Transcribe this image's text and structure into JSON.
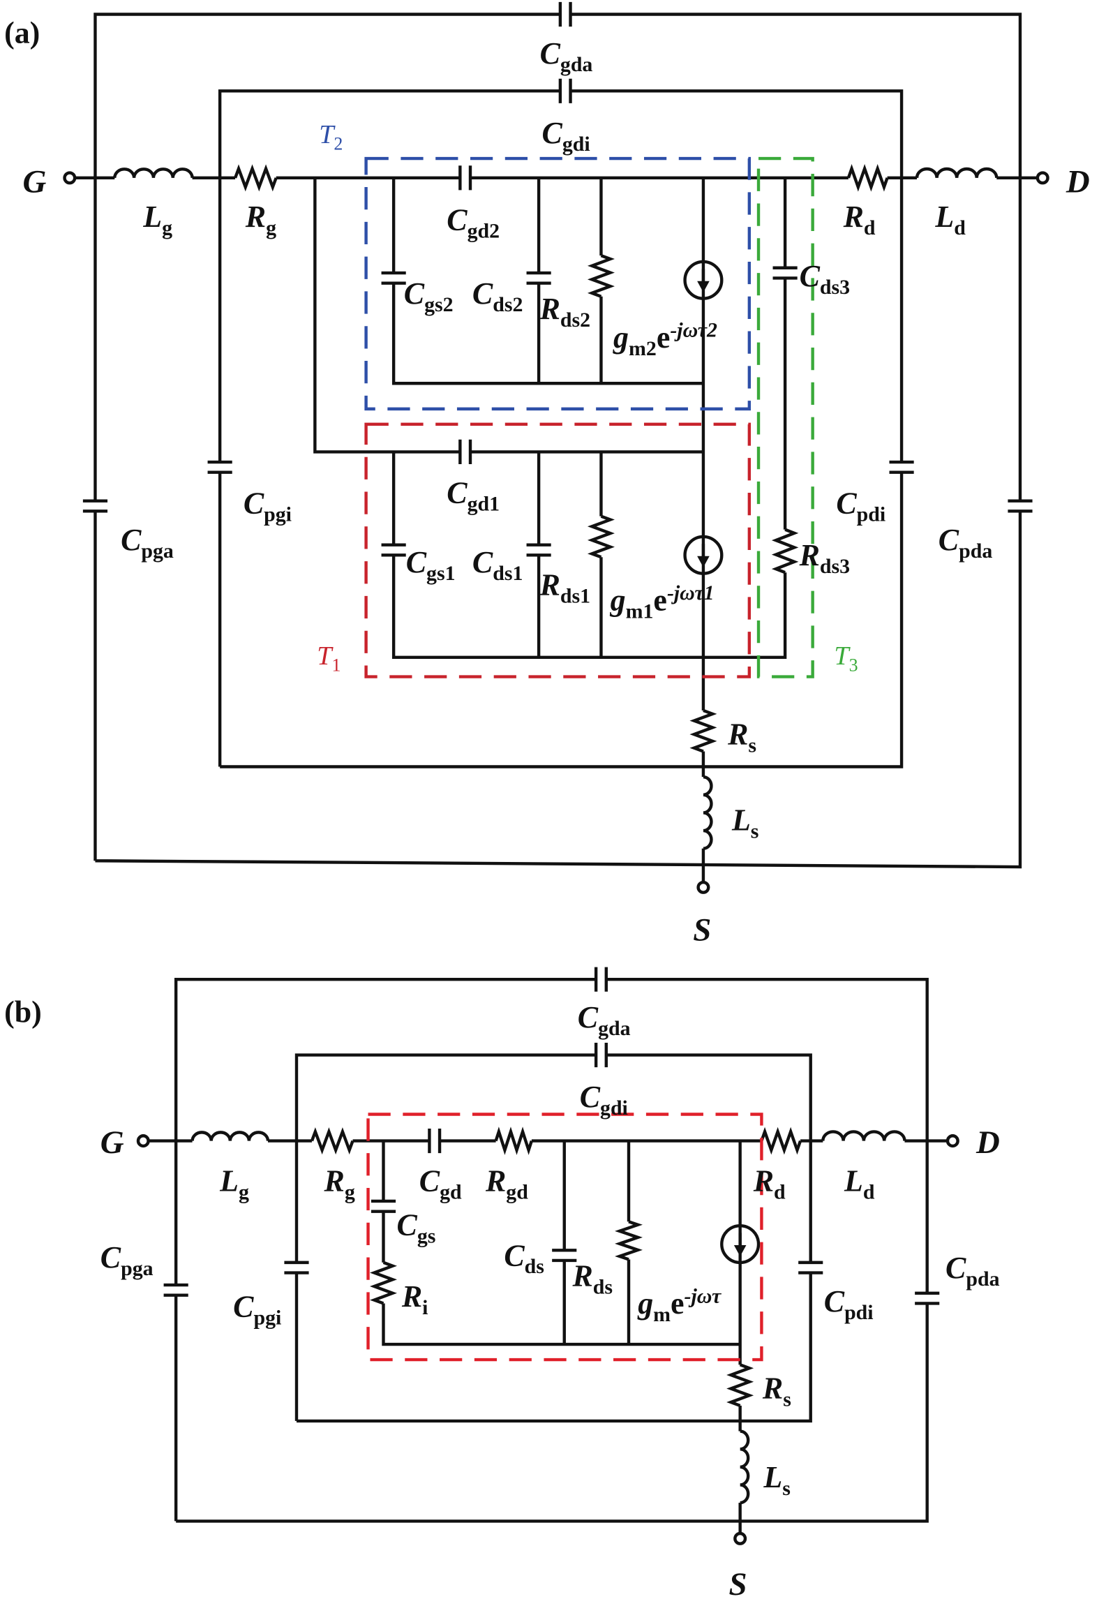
{
  "panels": {
    "a": "(a)",
    "b": "(b)"
  },
  "colors": {
    "wire": "#111111",
    "T1": "#c8232c",
    "T2": "#2e4fa8",
    "T3": "#3aaa3a",
    "b_box": "#e0202a"
  },
  "labels_a": {
    "G": {
      "m": "G"
    },
    "D": {
      "m": "D"
    },
    "S": {
      "m": "S"
    },
    "Cgda": {
      "m": "C",
      "s": "gda"
    },
    "Cgdi": {
      "m": "C",
      "s": "gdi"
    },
    "Lg": {
      "m": "L",
      "s": "g"
    },
    "Rg": {
      "m": "R",
      "s": "g"
    },
    "Rd": {
      "m": "R",
      "s": "d"
    },
    "Ld": {
      "m": "L",
      "s": "d"
    },
    "Cgd2": {
      "m": "C",
      "s": "gd2"
    },
    "Cgs2": {
      "m": "C",
      "s": "gs2"
    },
    "Cds2": {
      "m": "C",
      "s": "ds2"
    },
    "Rds2": {
      "m": "R",
      "s": "ds2"
    },
    "gm2": {
      "m": "g",
      "s": "m2",
      "e": "e",
      "p": "-jωτ2"
    },
    "Cds3": {
      "m": "C",
      "s": "ds3"
    },
    "Rds3": {
      "m": "R",
      "s": "ds3"
    },
    "Cgd1": {
      "m": "C",
      "s": "gd1"
    },
    "Cgs1": {
      "m": "C",
      "s": "gs1"
    },
    "Cds1": {
      "m": "C",
      "s": "ds1"
    },
    "Rds1": {
      "m": "R",
      "s": "ds1"
    },
    "gm1": {
      "m": "g",
      "s": "m1",
      "e": "e",
      "p": "-jωτ1"
    },
    "Cpga": {
      "m": "C",
      "s": "pga"
    },
    "Cpgi": {
      "m": "C",
      "s": "pgi"
    },
    "Cpdi": {
      "m": "C",
      "s": "pdi"
    },
    "Cpda": {
      "m": "C",
      "s": "pda"
    },
    "Rs": {
      "m": "R",
      "s": "s"
    },
    "Ls": {
      "m": "L",
      "s": "s"
    },
    "T1": {
      "m": "T",
      "s": "1"
    },
    "T2": {
      "m": "T",
      "s": "2"
    },
    "T3": {
      "m": "T",
      "s": "3"
    }
  },
  "labels_b": {
    "G": {
      "m": "G"
    },
    "D": {
      "m": "D"
    },
    "S": {
      "m": "S"
    },
    "Cgda": {
      "m": "C",
      "s": "gda"
    },
    "Cgdi": {
      "m": "C",
      "s": "gdi"
    },
    "Lg": {
      "m": "L",
      "s": "g"
    },
    "Rg": {
      "m": "R",
      "s": "g"
    },
    "Cgd": {
      "m": "C",
      "s": "gd"
    },
    "Rgd": {
      "m": "R",
      "s": "gd"
    },
    "Rd": {
      "m": "R",
      "s": "d"
    },
    "Ld": {
      "m": "L",
      "s": "d"
    },
    "Cgs": {
      "m": "C",
      "s": "gs"
    },
    "Ri": {
      "m": "R",
      "s": "i"
    },
    "Cds": {
      "m": "C",
      "s": "ds"
    },
    "Rds": {
      "m": "R",
      "s": "ds"
    },
    "gm": {
      "m": "g",
      "s": "m",
      "e": "e",
      "p": "-jωτ"
    },
    "Cpga": {
      "m": "C",
      "s": "pga"
    },
    "Cpgi": {
      "m": "C",
      "s": "pgi"
    },
    "Cpdi": {
      "m": "C",
      "s": "pdi"
    },
    "Cpda": {
      "m": "C",
      "s": "pda"
    },
    "Rs": {
      "m": "R",
      "s": "s"
    },
    "Ls": {
      "m": "L",
      "s": "s"
    }
  }
}
